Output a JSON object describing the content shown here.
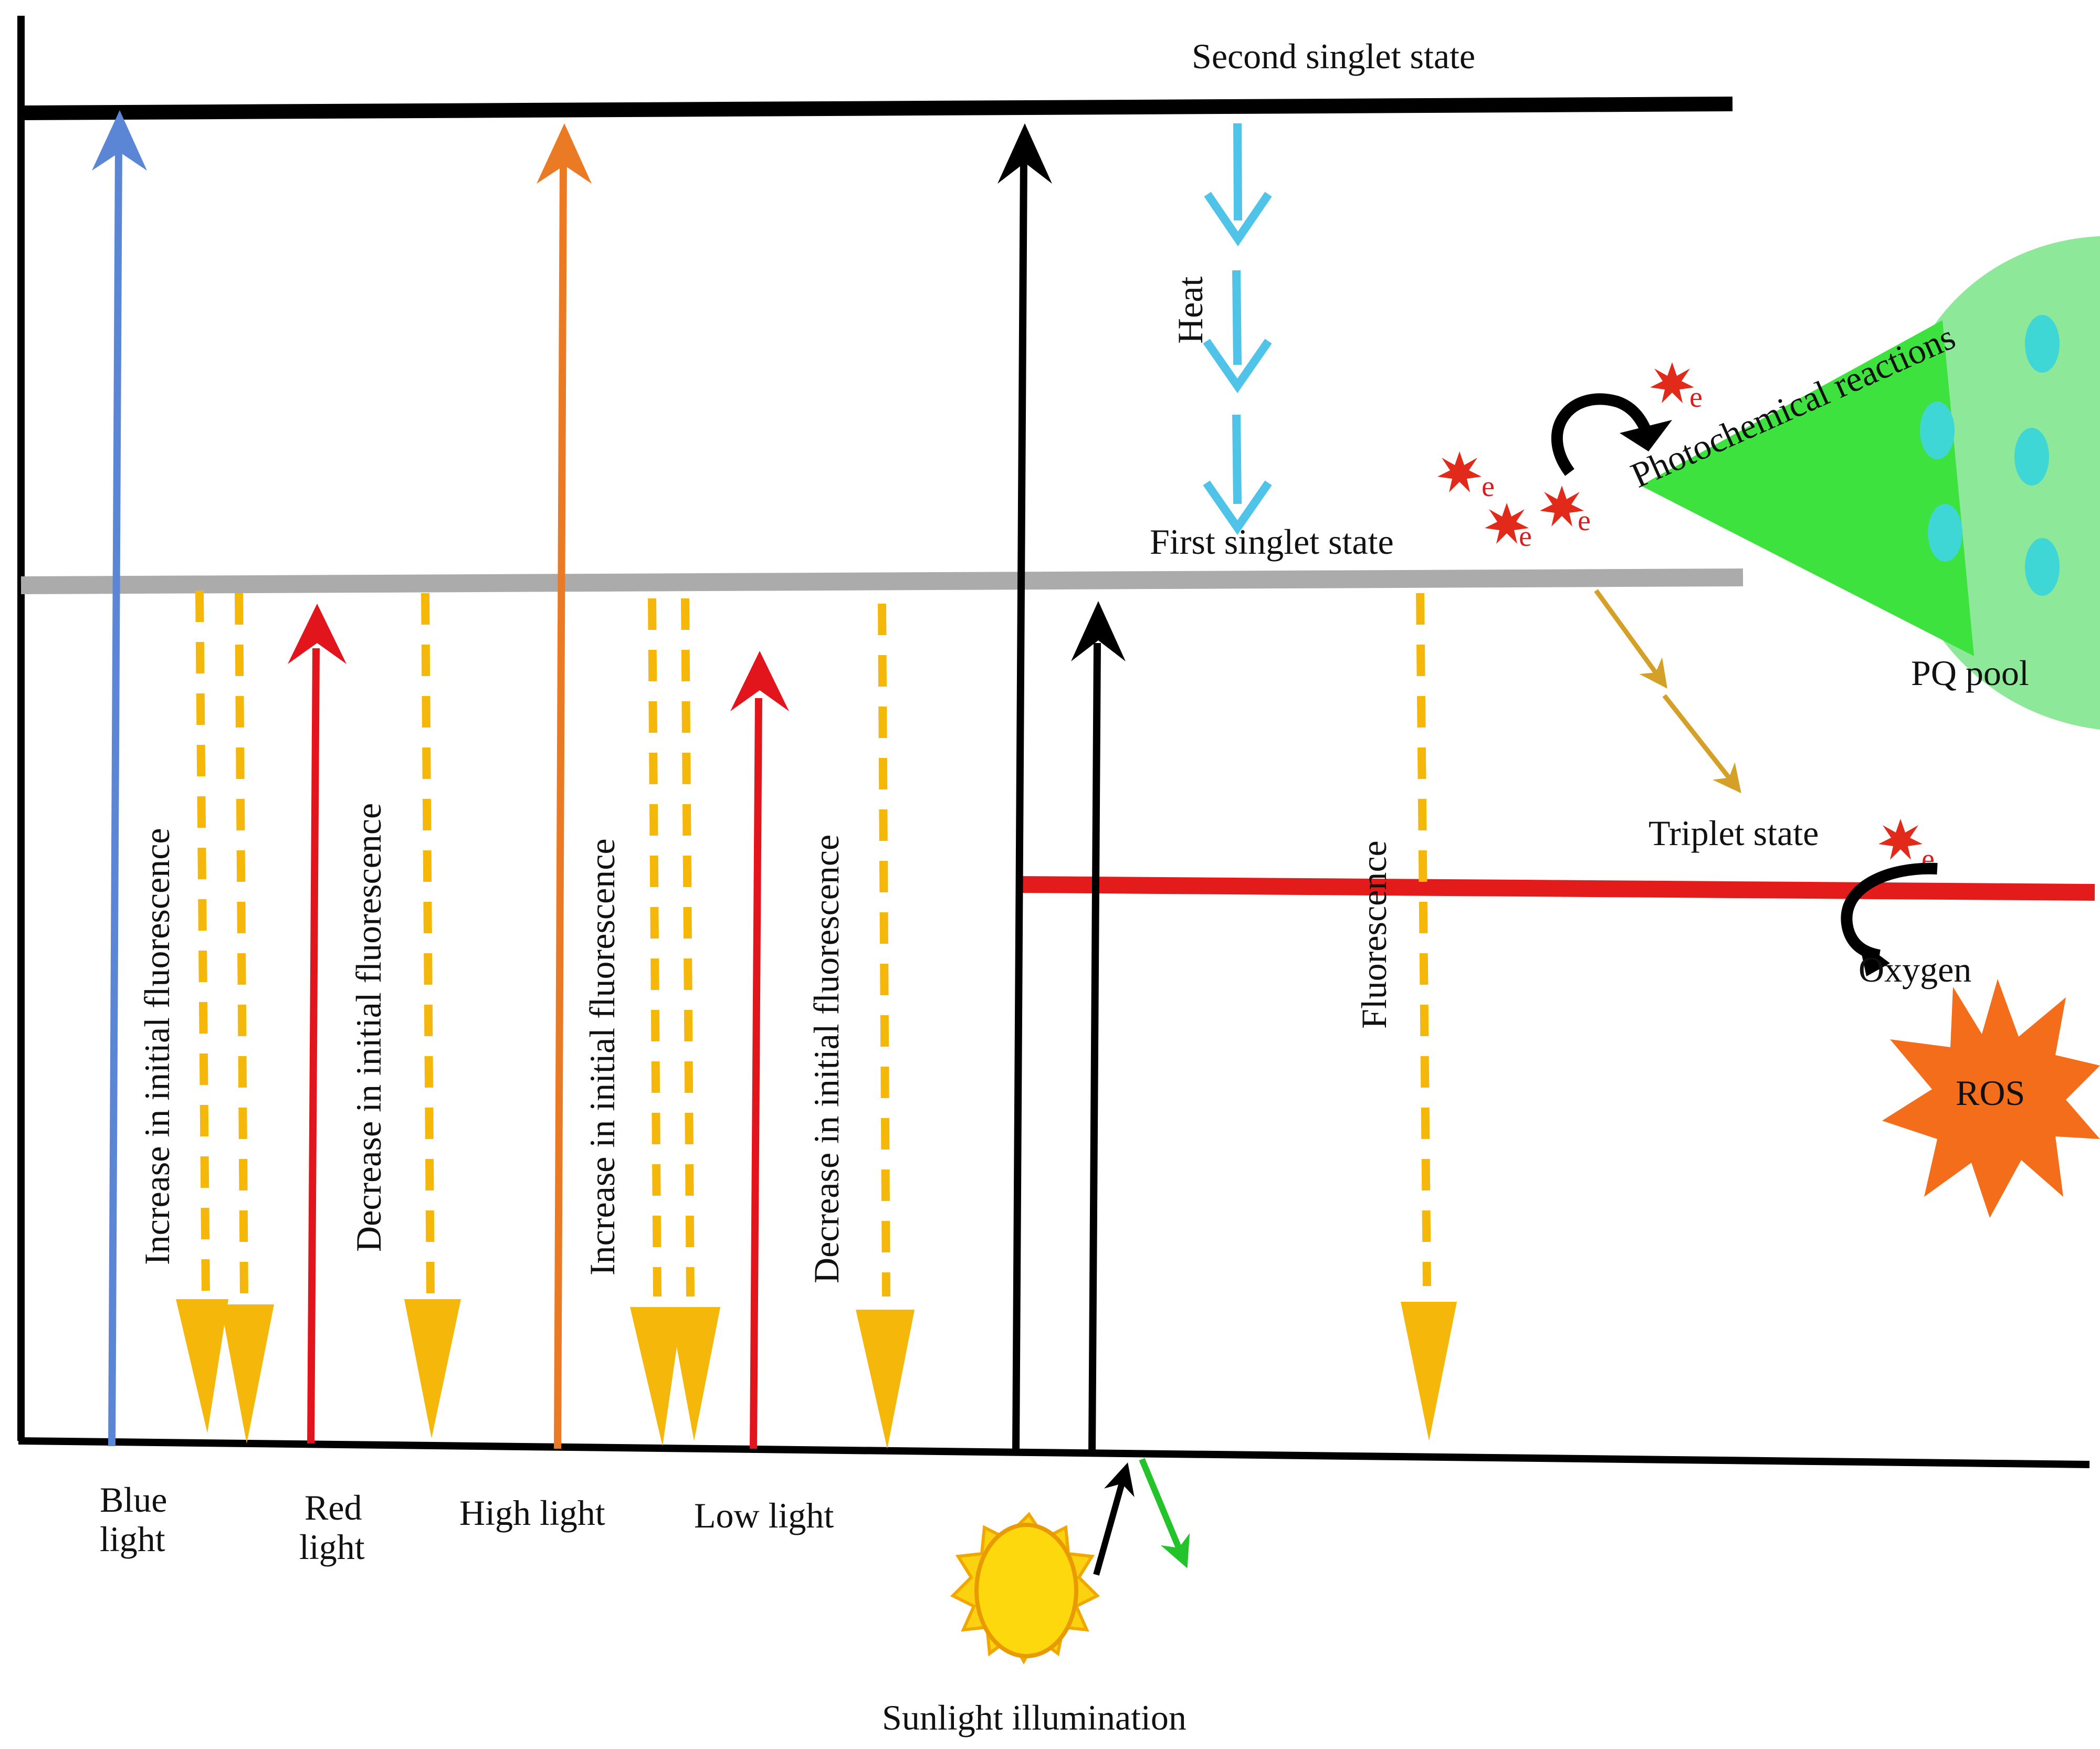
{
  "levels": {
    "second_singlet": "Second singlet state",
    "first_singlet": "First singlet state",
    "triplet": "Triplet state"
  },
  "processes": {
    "heat": "Heat",
    "fluorescence": "Fluorescence",
    "photochemical": "Photochemical reactions",
    "pq_pool": "PQ pool",
    "oxygen": "Oxygen",
    "ros": "ROS",
    "electron": "e"
  },
  "light_conditions": {
    "blue": "Blue\nlight",
    "red": "Red\nlight",
    "high": "High light",
    "low": "Low light",
    "sunlight": "Sunlight illumination"
  },
  "effects": {
    "increase_1": "Increase in initial fluorescence",
    "decrease_1": "Decrease in initial fluorescence",
    "increase_2": "Increase in initial fluorescence",
    "decrease_2": "Decrease in initial fluorescence"
  },
  "colors": {
    "blue_arrow": "#5b86d6",
    "orange_arrow": "#ea7a24",
    "red_arrow": "#e2151c",
    "heat_arrow": "#4fc3e8",
    "fluor_dash": "#f5b70a",
    "first_singlet_bar": "#ababab",
    "triplet_bar": "#e41b1b",
    "pq_green": "#8ee89a",
    "cone_green": "#3ee23e",
    "pq_dots": "#3fd6d6",
    "ros": "#f46d1b",
    "sun": "#fbd20f"
  }
}
